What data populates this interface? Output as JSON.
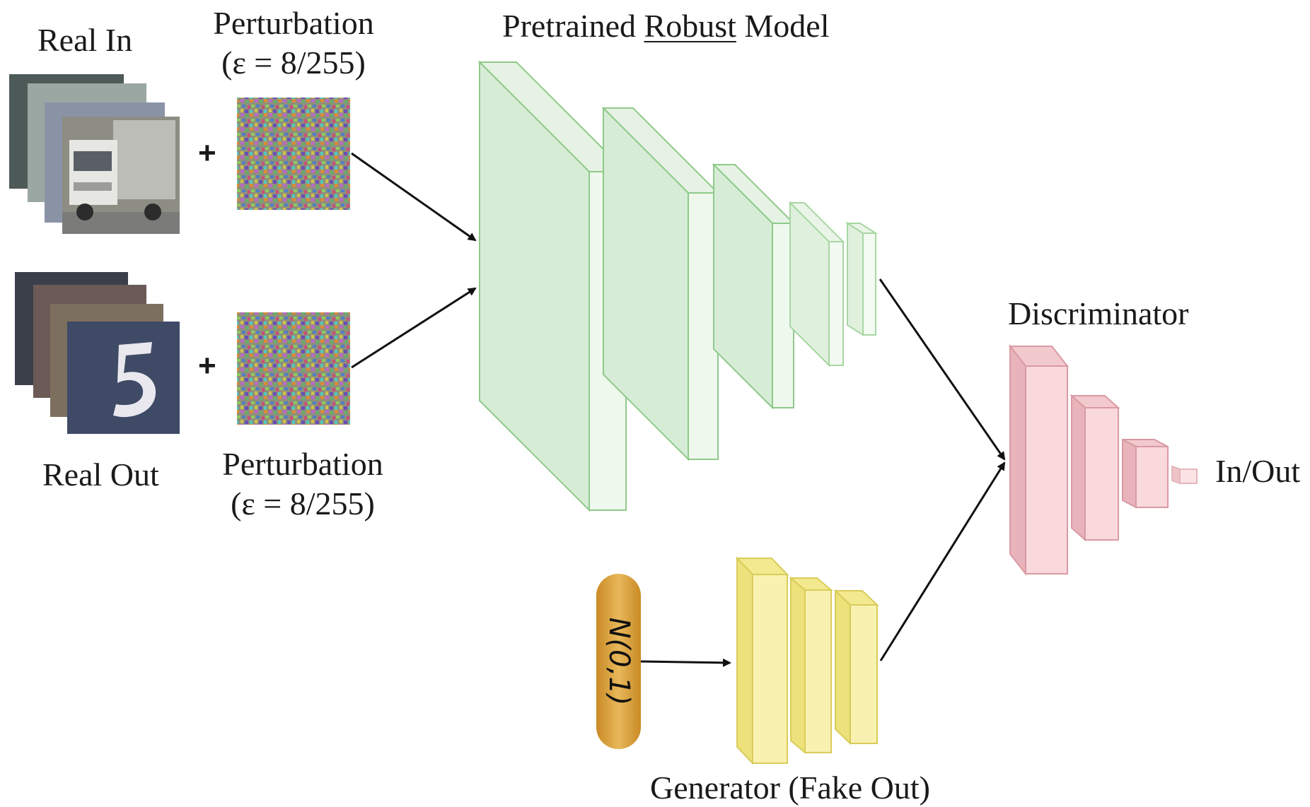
{
  "labels": {
    "real_in": "Real In",
    "real_out": "Real Out",
    "perturbation_top": "Perturbation",
    "epsilon_top": "(ε = 8/255)",
    "perturbation_bottom": "Perturbation",
    "epsilon_bottom": "(ε = 8/255)",
    "plus": "+",
    "model_title_pre": "Pretrained ",
    "model_title_underlined": "Robust",
    "model_title_post": " Model",
    "discriminator": "Discriminator",
    "in_out": "In/Out",
    "noise": "N(0,1)",
    "generator": "Generator (Fake Out)"
  },
  "colors": {
    "robust_model": "#d7ecd6",
    "robust_model_edge": "#8fc98a",
    "discriminator": "#f7d4d8",
    "discriminator_edge": "#d99aa3",
    "generator": "#f5ed9c",
    "generator_edge": "#d9cc5a",
    "noise": "#d9a13a",
    "arrow": "#111111"
  },
  "icons": {
    "real_in_images": [
      "truck-photo",
      "blurred-photo",
      "blurred-photo",
      "blurred-photo"
    ],
    "real_out_images": [
      "digit-5-photo",
      "street-photo",
      "street-photo",
      "street-photo"
    ],
    "perturbation": "noise-pattern"
  }
}
